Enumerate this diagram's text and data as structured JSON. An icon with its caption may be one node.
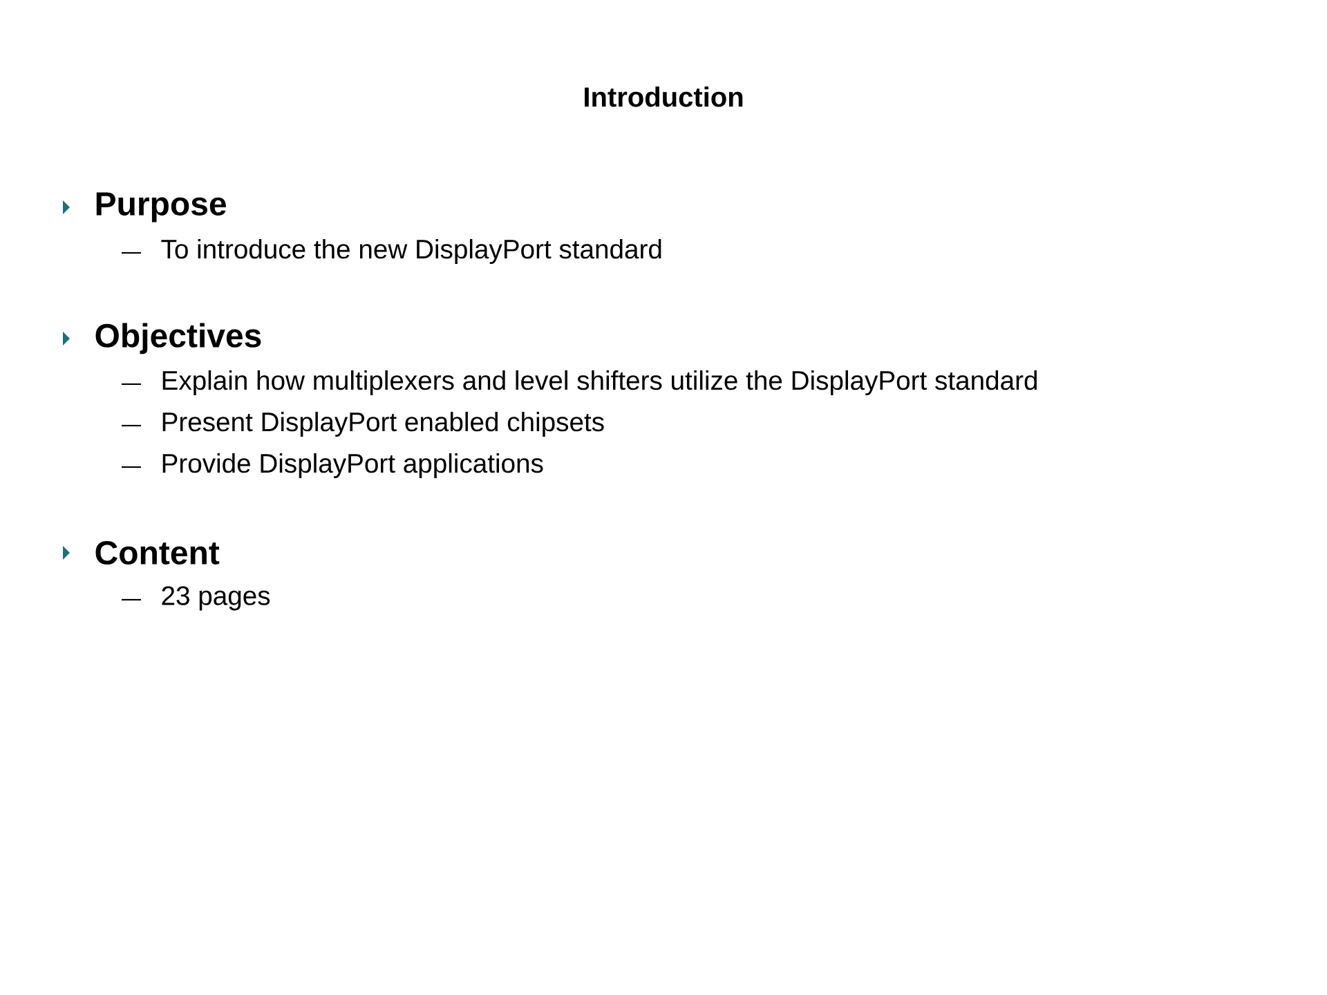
{
  "diagram": {
    "title": "Introduction",
    "labels": [
      "Purpose",
      "To introduce the new DisplayPort standard",
      "Objectives",
      "Explain how multiplexers and level shifters utilize the DisplayPort standard",
      "Present DisplayPort enabled chipsets",
      "Provide DisplayPort applications",
      "Content",
      "23 pages"
    ]
  }
}
